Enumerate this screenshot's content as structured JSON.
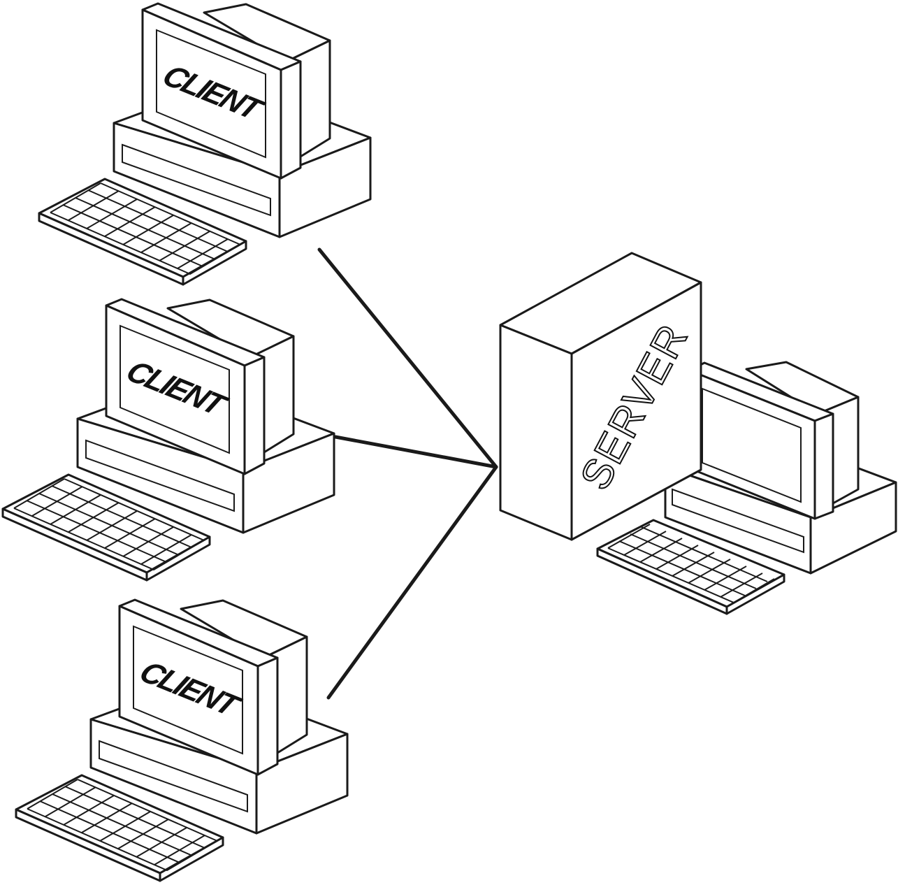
{
  "clients": [
    {
      "label": "CLIENT"
    },
    {
      "label": "CLIENT"
    },
    {
      "label": "CLIENT"
    }
  ],
  "server": {
    "label": "SERVER"
  }
}
